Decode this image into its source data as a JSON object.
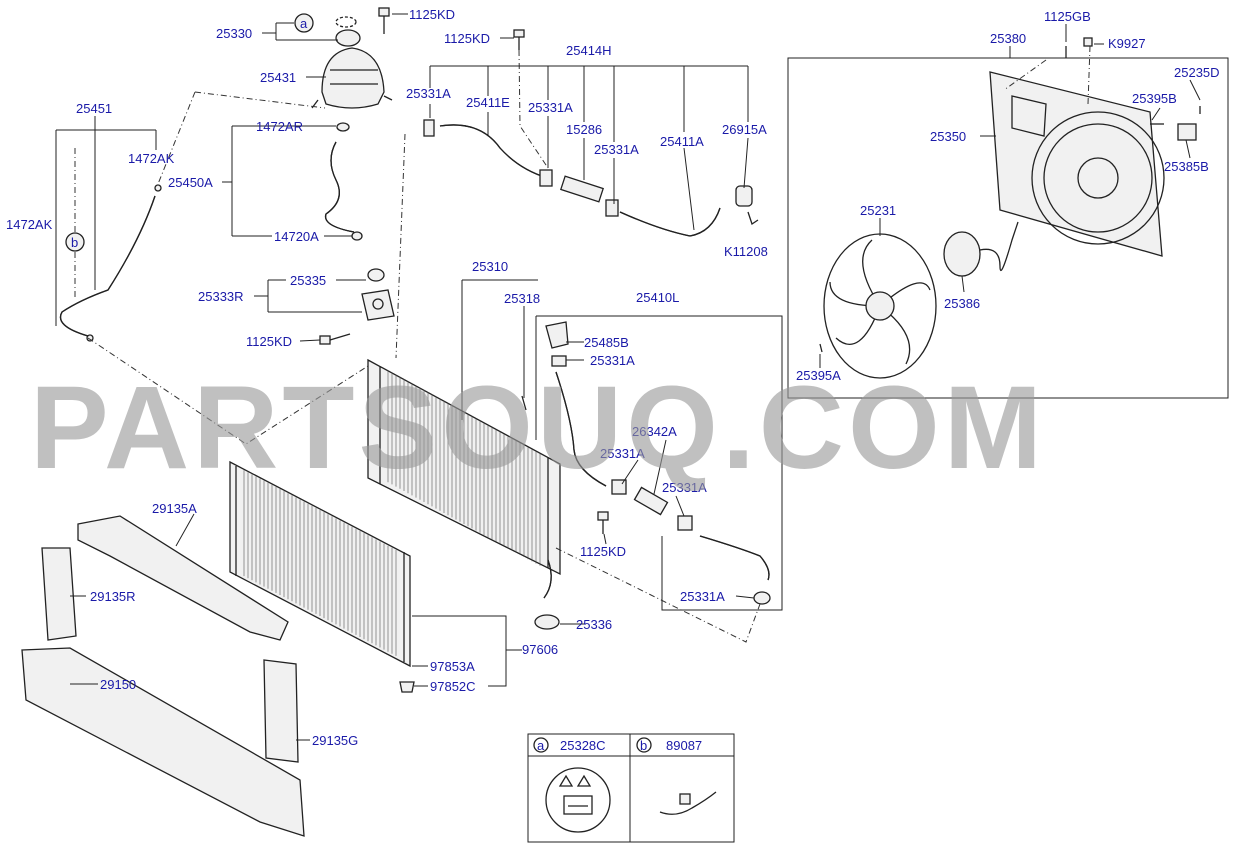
{
  "watermark": "PARTSOUQ.COM",
  "callouts": {
    "a": "a",
    "b": "b"
  },
  "labels": {
    "p25330": "25330",
    "p1125KD_top": "1125KD",
    "p25431": "25431",
    "p1125KD_b": "1125KD",
    "p25414H": "25414H",
    "p25451": "25451",
    "p1472AR": "1472AR",
    "p25331A_1": "25331A",
    "p25411E": "25411E",
    "p25331A_2": "25331A",
    "p15286": "15286",
    "p25411A": "25411A",
    "p26915A": "26915A",
    "p25331A_3": "25331A",
    "p1472AK_1": "1472AK",
    "p25450A": "25450A",
    "p1472AK_2": "1472AK",
    "p14720A": "14720A",
    "pK11208": "K11208",
    "p25335": "25335",
    "p25333R": "25333R",
    "p1125KD_c": "1125KD",
    "p25310": "25310",
    "p25318": "25318",
    "p25410L": "25410L",
    "p25485B": "25485B",
    "p25331A_4": "25331A",
    "p26342A": "26342A",
    "p25331A_5": "25331A",
    "p25331A_6": "25331A",
    "p1125KD_d": "1125KD",
    "p25331A_7": "25331A",
    "p25336": "25336",
    "p97606": "97606",
    "p97853A": "97853A",
    "p97852C": "97852C",
    "p29135A": "29135A",
    "p29135R": "29135R",
    "p29150": "29150",
    "p29135G": "29135G",
    "p1125GB": "1125GB",
    "p25380": "25380",
    "pK9927": "K9927",
    "p25235D": "25235D",
    "p25395B": "25395B",
    "p25350": "25350",
    "p25385B": "25385B",
    "p25231": "25231",
    "p25386": "25386",
    "p25395A": "25395A"
  },
  "legend_table": {
    "a_letter": "a",
    "a_part": "25328C",
    "b_letter": "b",
    "b_part": "89087"
  }
}
